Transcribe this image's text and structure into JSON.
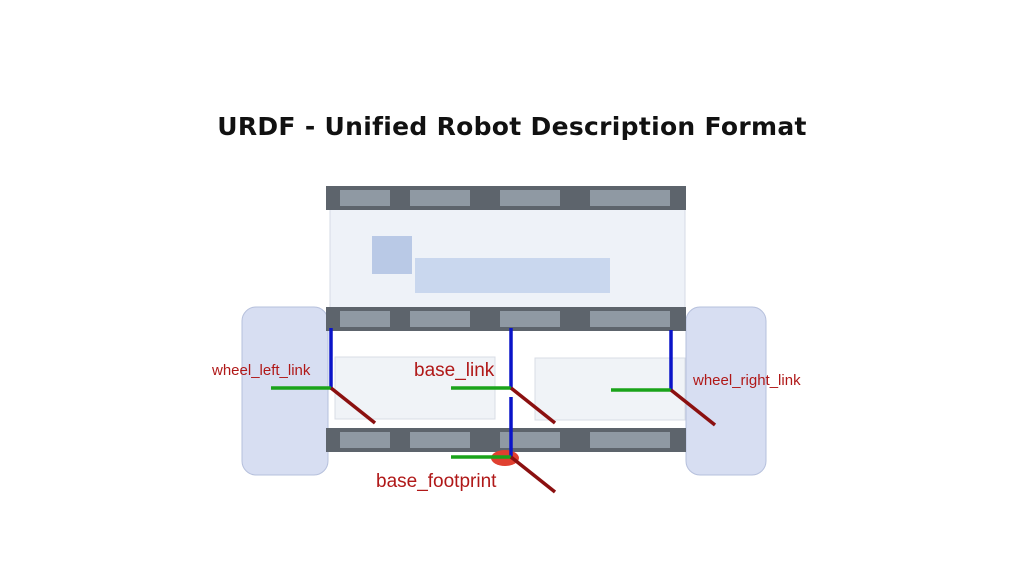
{
  "title": "URDF - Unified Robot Description Format",
  "frames": [
    {
      "id": "wheel_left_link",
      "label": "wheel_left_link"
    },
    {
      "id": "base_link",
      "label": "base_link"
    },
    {
      "id": "wheel_right_link",
      "label": "wheel_right_link"
    },
    {
      "id": "base_footprint",
      "label": "base_footprint"
    }
  ],
  "axis_colors": {
    "x": "#8b1010",
    "y": "#1aa31a",
    "z": "#0a14c8"
  },
  "label_color": "#b01818"
}
